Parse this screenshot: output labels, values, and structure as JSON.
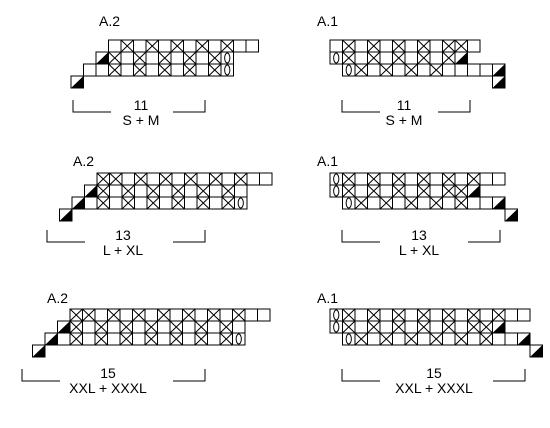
{
  "diagrams": [
    {
      "chart_label": "A.2",
      "size_count": "11",
      "size_names": "S + M",
      "rows": [
        {
          "shift": 1,
          "cells": [
            "e",
            "X",
            "e",
            "X",
            "e",
            "X",
            "e",
            "X",
            "e",
            "X",
            "e",
            "e"
          ]
        },
        {
          "shift": 0,
          "cells": [
            "t",
            "X",
            "e",
            "X",
            "e",
            "X",
            "e",
            "X",
            "e",
            "X",
            "o"
          ]
        },
        {
          "shift": -1,
          "cells": [
            "e",
            "e",
            "X",
            "e",
            "X",
            "e",
            "X",
            "e",
            "X",
            "e",
            "X",
            "o"
          ]
        },
        {
          "shift": -2,
          "cells": [
            "t"
          ]
        }
      ]
    },
    {
      "chart_label": "A.1",
      "size_count": "11",
      "size_names": "S + M",
      "rows": [
        {
          "shift": 0,
          "cells": [
            "e",
            "X",
            "e",
            "X",
            "e",
            "X",
            "e",
            "X",
            "e",
            "X",
            "X",
            "e"
          ]
        },
        {
          "shift": 0,
          "cells": [
            "o",
            "X",
            "e",
            "X",
            "e",
            "X",
            "e",
            "X",
            "e",
            "X",
            "t"
          ]
        },
        {
          "shift": 1,
          "cells": [
            "o",
            "X",
            "e",
            "X",
            "e",
            "X",
            "e",
            "X",
            "e",
            "e",
            "e",
            "e",
            "t"
          ]
        },
        {
          "shift": 13,
          "cells": [
            "t"
          ]
        }
      ]
    },
    {
      "chart_label": "A.2",
      "size_count": "13",
      "size_names": "L + XL",
      "rows": [
        {
          "shift": 2,
          "cells": [
            "X",
            "X",
            "e",
            "X",
            "e",
            "X",
            "e",
            "X",
            "e",
            "X",
            "e",
            "X",
            "e",
            "e"
          ]
        },
        {
          "shift": 1,
          "cells": [
            "t",
            "X",
            "e",
            "X",
            "e",
            "X",
            "e",
            "X",
            "e",
            "X",
            "e",
            "X",
            "e"
          ]
        },
        {
          "shift": 0,
          "cells": [
            "t",
            "e",
            "X",
            "e",
            "X",
            "e",
            "X",
            "e",
            "X",
            "e",
            "X",
            "e",
            "X",
            "o"
          ]
        },
        {
          "shift": -1,
          "cells": [
            "t"
          ]
        }
      ]
    },
    {
      "chart_label": "A.1",
      "size_count": "13",
      "size_names": "L + XL",
      "rows": [
        {
          "shift": 0,
          "cells": [
            "o",
            "X",
            "e",
            "X",
            "e",
            "X",
            "e",
            "X",
            "e",
            "X",
            "e",
            "X",
            "e",
            "e"
          ]
        },
        {
          "shift": 0,
          "cells": [
            "o",
            "X",
            "e",
            "X",
            "e",
            "X",
            "e",
            "X",
            "e",
            "X",
            "X",
            "t"
          ]
        },
        {
          "shift": 1,
          "cells": [
            "o",
            "X",
            "e",
            "X",
            "e",
            "X",
            "e",
            "X",
            "e",
            "X",
            "e",
            "e",
            "t"
          ]
        },
        {
          "shift": 14,
          "cells": [
            "t"
          ]
        }
      ]
    },
    {
      "chart_label": "A.2",
      "size_count": "15",
      "size_names": "XXL + XXXL",
      "rows": [
        {
          "shift": 2,
          "cells": [
            "X",
            "X",
            "e",
            "X",
            "e",
            "X",
            "e",
            "X",
            "e",
            "X",
            "e",
            "X",
            "e",
            "X",
            "e",
            "e"
          ]
        },
        {
          "shift": 1,
          "cells": [
            "t",
            "X",
            "e",
            "X",
            "e",
            "X",
            "e",
            "X",
            "e",
            "X",
            "e",
            "X",
            "e",
            "X",
            "e"
          ]
        },
        {
          "shift": 0,
          "cells": [
            "t",
            "e",
            "X",
            "e",
            "X",
            "e",
            "X",
            "e",
            "X",
            "e",
            "X",
            "e",
            "X",
            "e",
            "X",
            "o"
          ]
        },
        {
          "shift": -1,
          "cells": [
            "t"
          ]
        }
      ]
    },
    {
      "chart_label": "A.1",
      "size_count": "15",
      "size_names": "XXL + XXXL",
      "rows": [
        {
          "shift": 0,
          "cells": [
            "o",
            "X",
            "e",
            "X",
            "e",
            "X",
            "e",
            "X",
            "e",
            "X",
            "e",
            "X",
            "e",
            "X",
            "e",
            "e"
          ]
        },
        {
          "shift": 0,
          "cells": [
            "o",
            "X",
            "e",
            "X",
            "e",
            "X",
            "e",
            "X",
            "e",
            "X",
            "e",
            "X",
            "X",
            "t"
          ]
        },
        {
          "shift": 1,
          "cells": [
            "o",
            "X",
            "e",
            "X",
            "e",
            "X",
            "e",
            "X",
            "e",
            "X",
            "e",
            "X",
            "e",
            "e",
            "t"
          ]
        },
        {
          "shift": 16,
          "cells": [
            "t"
          ]
        }
      ]
    }
  ]
}
